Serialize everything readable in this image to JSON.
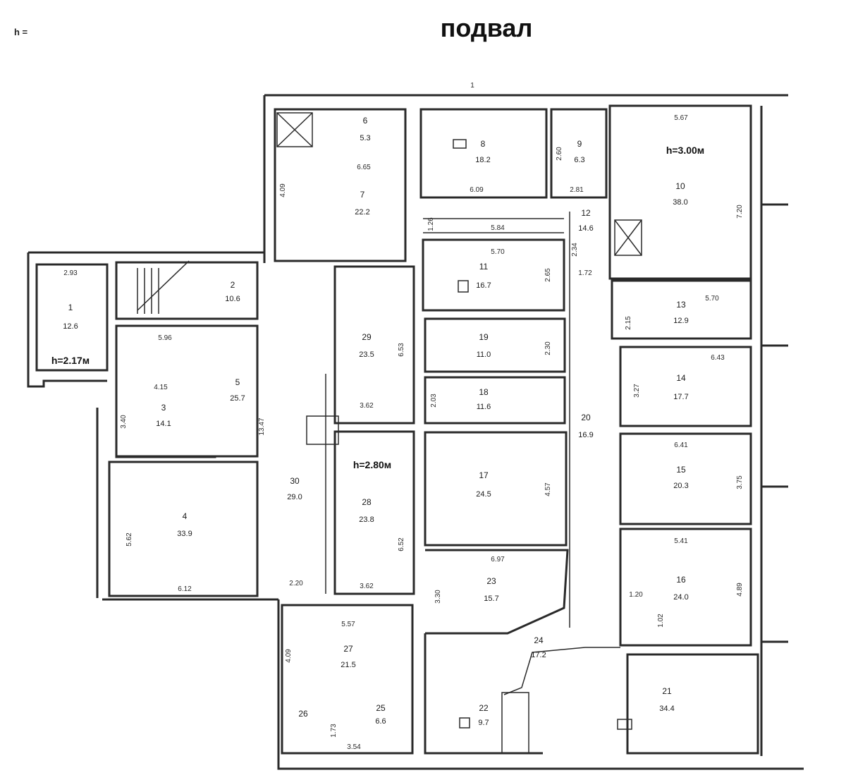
{
  "title": "подвал",
  "corner_label": "h =",
  "height_marks": [
    {
      "id": "h-left",
      "text": "h=2.17м"
    },
    {
      "id": "h-center",
      "text": "h=2.80м"
    },
    {
      "id": "h-right",
      "text": "h=3.00м"
    }
  ],
  "rooms": [
    {
      "id": "r1",
      "num": "1",
      "area": "12.6"
    },
    {
      "id": "r2",
      "num": "2",
      "area": "10.6"
    },
    {
      "id": "r3",
      "num": "3",
      "area": "14.1"
    },
    {
      "id": "r4",
      "num": "4",
      "area": "33.9"
    },
    {
      "id": "r5",
      "num": "5",
      "area": "25.7"
    },
    {
      "id": "r6",
      "num": "6",
      "area": "5.3"
    },
    {
      "id": "r7",
      "num": "7",
      "area": "22.2"
    },
    {
      "id": "r8",
      "num": "8",
      "area": "18.2"
    },
    {
      "id": "r9",
      "num": "9",
      "area": "6.3"
    },
    {
      "id": "r10",
      "num": "10",
      "area": "38.0"
    },
    {
      "id": "r11",
      "num": "11",
      "area": "16.7"
    },
    {
      "id": "r12",
      "num": "12",
      "area": "14.6"
    },
    {
      "id": "r13",
      "num": "13",
      "area": "12.9"
    },
    {
      "id": "r14",
      "num": "14",
      "area": "17.7"
    },
    {
      "id": "r15",
      "num": "15",
      "area": "20.3"
    },
    {
      "id": "r16",
      "num": "16",
      "area": "24.0"
    },
    {
      "id": "r17",
      "num": "17",
      "area": "24.5"
    },
    {
      "id": "r18",
      "num": "18",
      "area": "11.6"
    },
    {
      "id": "r19",
      "num": "19",
      "area": "11.0"
    },
    {
      "id": "r20",
      "num": "20",
      "area": "16.9"
    },
    {
      "id": "r21",
      "num": "21",
      "area": "34.4"
    },
    {
      "id": "r22",
      "num": "22",
      "area": "9.7"
    },
    {
      "id": "r23",
      "num": "23",
      "area": "15.7"
    },
    {
      "id": "r24",
      "num": "24",
      "area": "17.2"
    },
    {
      "id": "r25",
      "num": "25",
      "area": "6.6"
    },
    {
      "id": "r26",
      "num": "26",
      "area": ""
    },
    {
      "id": "r27",
      "num": "27",
      "area": "21.5"
    },
    {
      "id": "r28",
      "num": "28",
      "area": "23.8"
    },
    {
      "id": "r29",
      "num": "29",
      "area": "23.5"
    },
    {
      "id": "r30",
      "num": "30",
      "area": "29.0"
    }
  ],
  "dimensions": [
    "2.93",
    "5.96",
    "4.15",
    "3.40",
    "5.62",
    "6.12",
    "6.65",
    "4.09",
    "1.26",
    "6.09",
    "5.84",
    "5.70",
    "2.60",
    "2.81",
    "5.67",
    "7.20",
    "2.34",
    "2.65",
    "1.72",
    "5.70",
    "2.15",
    "2.30",
    "2.03",
    "6.43",
    "3.27",
    "6.41",
    "3.75",
    "5.41",
    "4.89",
    "1.20",
    "1.02",
    "4.57",
    "6.97",
    "3.30",
    "6.53",
    "3.62",
    "13.47",
    "6.52",
    "2.20",
    "3.62",
    "5.57",
    "4.09",
    "1.73",
    "3.54",
    "1"
  ]
}
